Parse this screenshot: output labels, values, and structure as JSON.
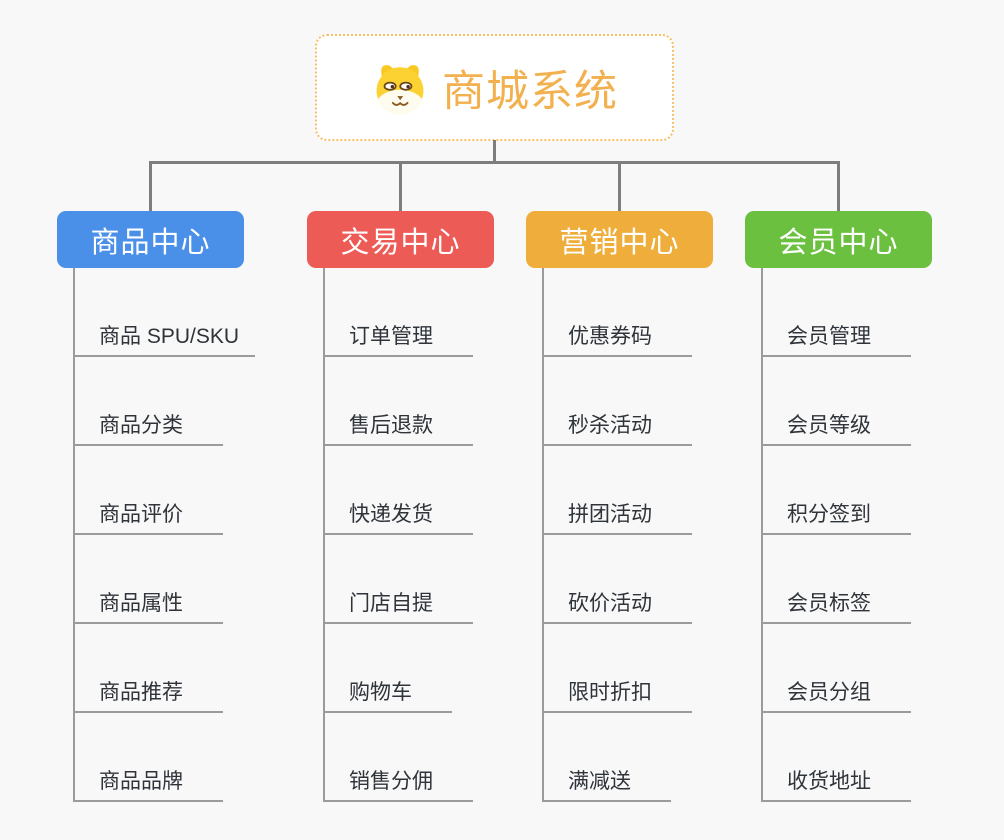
{
  "root": {
    "title": "商城系统",
    "icon": "shiba-dog-icon"
  },
  "branches": [
    {
      "id": "product-center",
      "label": "商品中心",
      "color": "#4a8fe8",
      "children": [
        "商品 SPU/SKU",
        "商品分类",
        "商品评价",
        "商品属性",
        "商品推荐",
        "商品品牌"
      ]
    },
    {
      "id": "trade-center",
      "label": "交易中心",
      "color": "#ec5b56",
      "children": [
        "订单管理",
        "售后退款",
        "快递发货",
        "门店自提",
        "购物车",
        "销售分佣"
      ]
    },
    {
      "id": "marketing-center",
      "label": "营销中心",
      "color": "#efae3c",
      "children": [
        "优惠券码",
        "秒杀活动",
        "拼团活动",
        "砍价活动",
        "限时折扣",
        "满减送"
      ]
    },
    {
      "id": "member-center",
      "label": "会员中心",
      "color": "#6bc040",
      "children": [
        "会员管理",
        "会员等级",
        "积分签到",
        "会员标签",
        "会员分组",
        "收货地址"
      ]
    }
  ],
  "colors": {
    "background": "#f8f8f8",
    "connector": "#7e7e7e",
    "underline": "#9b9b9b",
    "root_border": "#f7be64",
    "root_text": "#f2b04e",
    "leaf_text": "#2f343a"
  }
}
